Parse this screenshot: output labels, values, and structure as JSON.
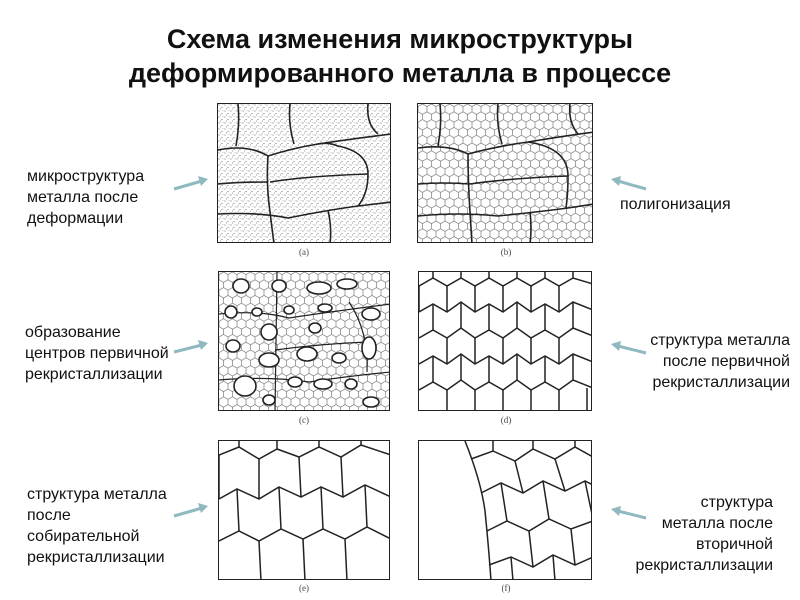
{
  "title": {
    "line1": "Схема изменения микроструктуры",
    "line2": "деформированного металла в процессе"
  },
  "annotations": [
    {
      "id": "a",
      "lines": [
        "микроструктура",
        "металла после",
        "деформации"
      ]
    },
    {
      "id": "b",
      "lines": [
        "полигонизация"
      ]
    },
    {
      "id": "c",
      "lines": [
        "образование",
        "центров первичной",
        "рекристаллизации"
      ]
    },
    {
      "id": "d",
      "lines": [
        "структура металла",
        "после первичной",
        "рекристаллизации"
      ]
    },
    {
      "id": "e",
      "lines": [
        "структура металла",
        "после",
        "собирательной",
        "рекристаллизации"
      ]
    },
    {
      "id": "f",
      "lines": [
        "структура",
        "металла после",
        "вторичной",
        "рекристаллизации"
      ]
    }
  ],
  "panels": [
    {
      "id": "a",
      "caption": "(a)"
    },
    {
      "id": "b",
      "caption": "(b)"
    },
    {
      "id": "c",
      "caption": "(c)"
    },
    {
      "id": "d",
      "caption": "(d)"
    },
    {
      "id": "e",
      "caption": "(e)"
    },
    {
      "id": "f",
      "caption": "(f)"
    }
  ],
  "colors": {
    "arrow": "#8fb8bf",
    "line": "#222222"
  }
}
